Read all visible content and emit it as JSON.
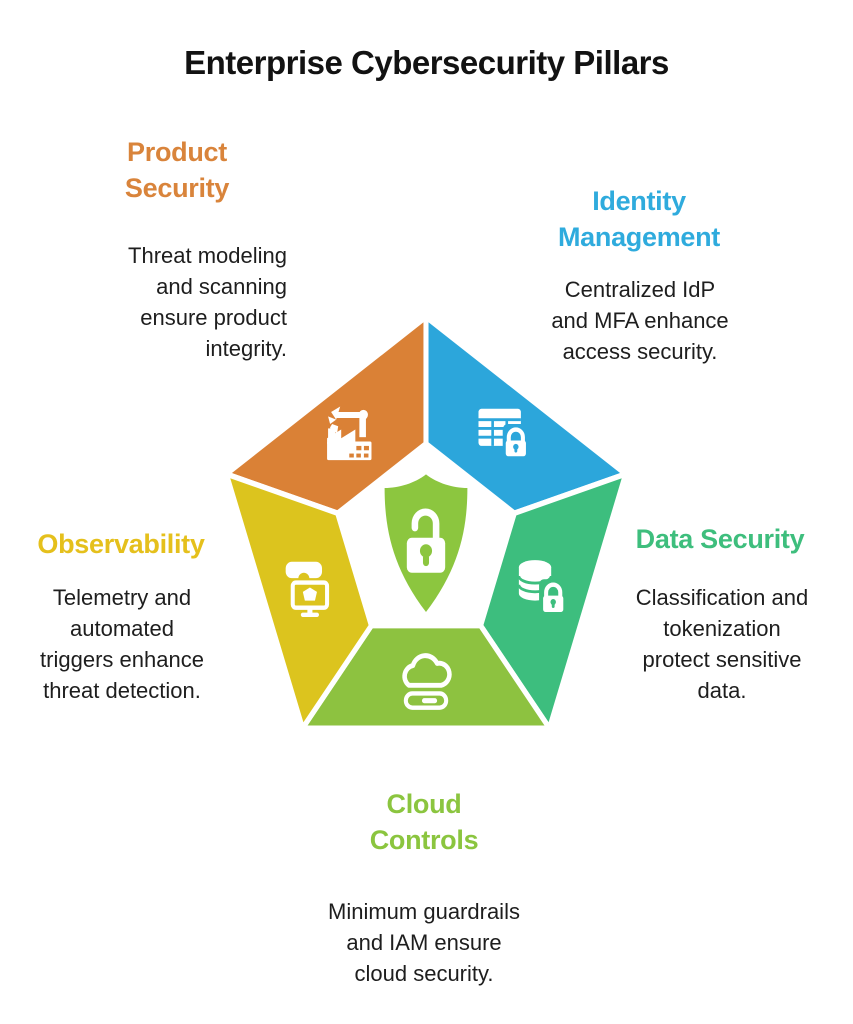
{
  "title": "Enterprise Cybersecurity Pillars",
  "pillars": [
    {
      "name": "Product Security",
      "heading": "Product\nSecurity",
      "description": "Threat modeling\nand scanning\nensure product\nintegrity.",
      "heading_color": "#D9843B",
      "segment_color": "#DA8136",
      "icon": "factory-robot-arm-icon"
    },
    {
      "name": "Identity Management",
      "heading": "Identity\nManagement",
      "description": "Centralized IdP\nand MFA enhance\naccess security.",
      "heading_color": "#2FABDD",
      "segment_color": "#2CA6DB",
      "icon": "spreadsheet-lock-icon"
    },
    {
      "name": "Data Security",
      "heading": "Data Security",
      "description": "Classification and\ntokenization\nprotect sensitive\ndata.",
      "heading_color": "#3EBE7D",
      "segment_color": "#3DBE7E",
      "icon": "database-lock-icon"
    },
    {
      "name": "Cloud Controls",
      "heading": "Cloud\nControls",
      "description": "Minimum guardrails\nand IAM ensure\ncloud security.",
      "heading_color": "#8BC53F",
      "segment_color": "#8DC240",
      "icon": "cloud-storage-icon"
    },
    {
      "name": "Observability",
      "heading": "Observability",
      "description": "Telemetry and\nautomated\ntriggers enhance\nthreat detection.",
      "heading_color": "#E5C01C",
      "segment_color": "#DCC41E",
      "icon": "monitor-goggles-icon"
    }
  ],
  "center": {
    "icon": "shield-unlocked-icon",
    "color": "#8CC63F"
  }
}
